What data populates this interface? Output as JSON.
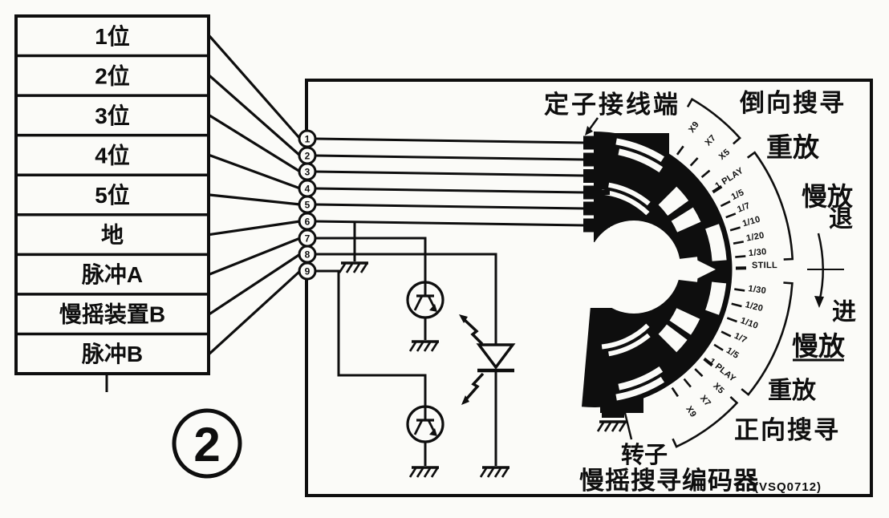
{
  "figure": {
    "number": "2"
  },
  "connector_table": {
    "rows": [
      "1位",
      "2位",
      "3位",
      "4位",
      "5位",
      "地",
      "脉冲A",
      "慢摇装置B",
      "脉冲B"
    ]
  },
  "terminal_numbers": [
    "1",
    "2",
    "3",
    "4",
    "5",
    "6",
    "7",
    "8",
    "9"
  ],
  "encoder": {
    "stator_label": "定子接线端",
    "rotor_label": "转子",
    "name": "慢摇搜寻编码器",
    "part_number": "(VSQ0712)",
    "dial_labels": [
      {
        "text": "X9",
        "angle": -54,
        "r": 210
      },
      {
        "text": "X7",
        "angle": -47,
        "r": 210
      },
      {
        "text": "X5",
        "angle": -40.5,
        "r": 210
      },
      {
        "text": "1 PLAY",
        "angle": -33,
        "r": 184
      },
      {
        "text": "1/5",
        "angle": -26.5,
        "r": 194
      },
      {
        "text": "1/7",
        "angle": -21.5,
        "r": 194
      },
      {
        "text": "1/10",
        "angle": -16,
        "r": 194
      },
      {
        "text": "1/20",
        "angle": -10.5,
        "r": 194
      },
      {
        "text": "1/30",
        "angle": -5,
        "r": 194
      },
      {
        "text": "STILL",
        "angle": -0.5,
        "r": 197
      },
      {
        "text": "1/30",
        "angle": 8,
        "r": 194
      },
      {
        "text": "1/20",
        "angle": 14,
        "r": 194
      },
      {
        "text": "1/10",
        "angle": 20,
        "r": 194
      },
      {
        "text": "1/7",
        "angle": 26,
        "r": 194
      },
      {
        "text": "1/5",
        "angle": 32,
        "r": 194
      },
      {
        "text": "1 PLAY",
        "angle": 39,
        "r": 184
      },
      {
        "text": "X5",
        "angle": 44.5,
        "r": 208
      },
      {
        "text": "X7",
        "angle": 50.5,
        "r": 208
      },
      {
        "text": "X9",
        "angle": 56.5,
        "r": 208
      }
    ]
  },
  "annotations": {
    "reverse_search": "倒向搜寻",
    "replay_top": "重放",
    "slow_top": "慢放",
    "back": "退",
    "forward": "进",
    "slow_bottom": "慢放",
    "replay_bottom": "重放",
    "forward_search": "正向搜寻"
  }
}
